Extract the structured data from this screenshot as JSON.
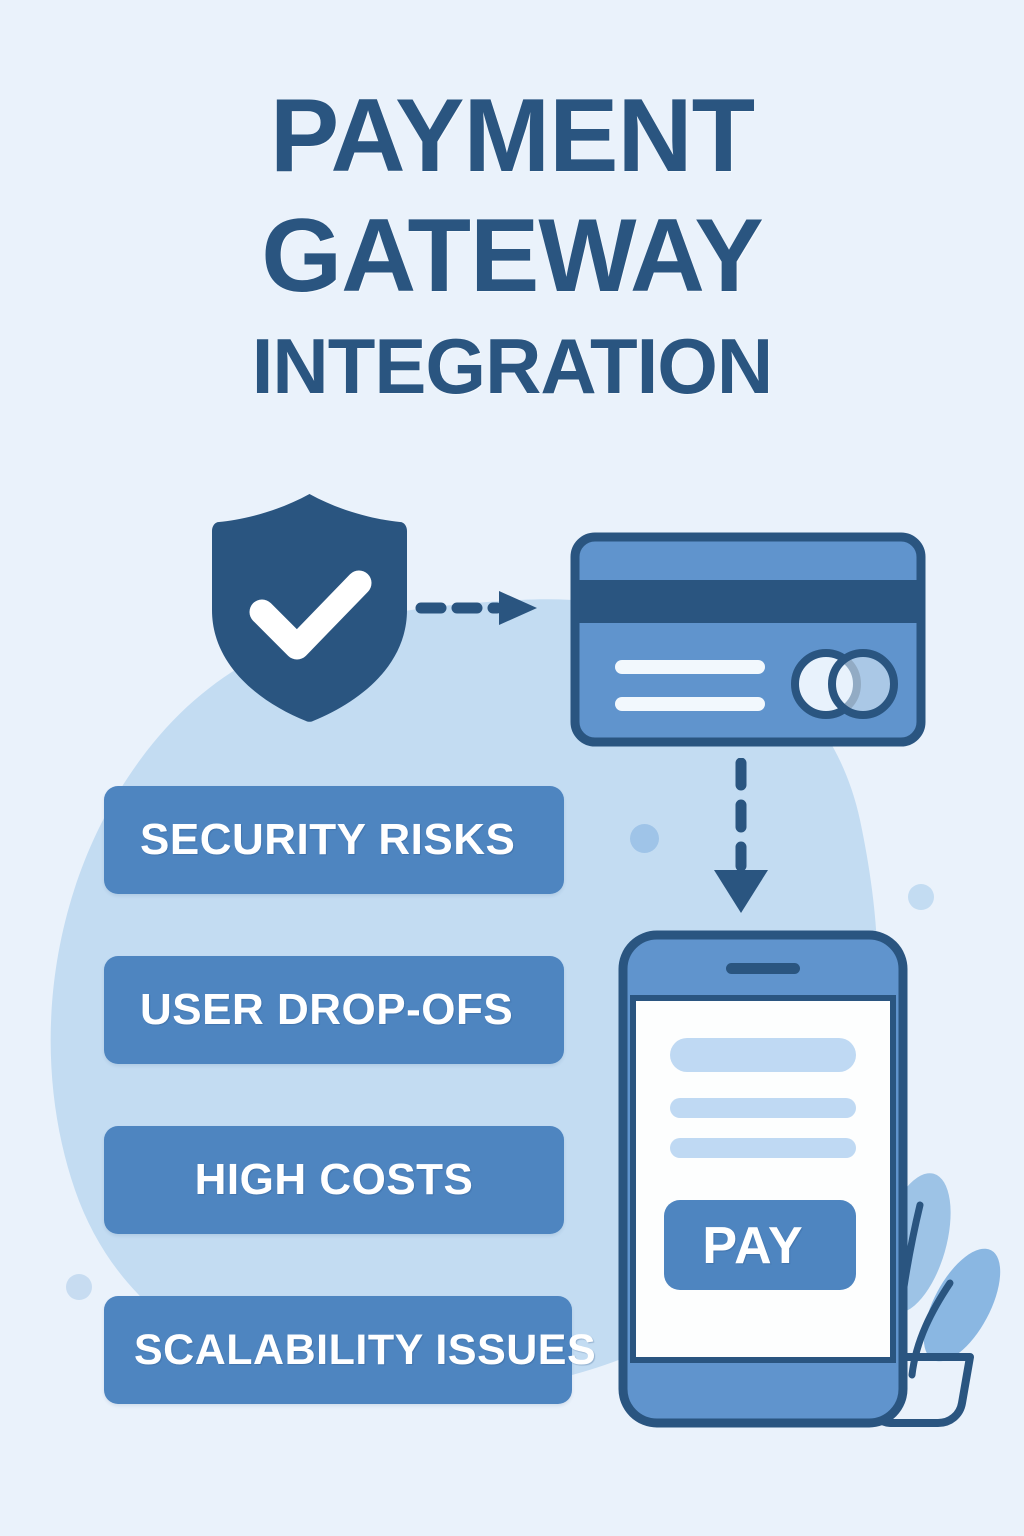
{
  "poster": {
    "title_lines": [
      "PAYMENT",
      "GATEWAY",
      "INTEGRATION"
    ],
    "background_color": "#eaf2fb",
    "blob_color": "#c3dcf2",
    "title_color": "#2a5580",
    "accent_color": "#4e85c0",
    "dark_accent_color": "#2a5580"
  },
  "icons": {
    "shield_check": "shield-check-icon",
    "credit_card": "credit-card-icon",
    "arrow_right_dashed": "arrow-right-dashed-icon",
    "arrow_down_dashed": "arrow-down-dashed-icon",
    "phone": "smartphone-icon",
    "plant": "plant-leaves-icon"
  },
  "issues": {
    "items": [
      {
        "label": "SECURITY RISKS"
      },
      {
        "label": "USER DROP-OFS"
      },
      {
        "label": "HIGH COSTS"
      },
      {
        "label": "SCALABILITY ISSUES"
      }
    ]
  },
  "phone": {
    "pay_button_label": "PAY",
    "placeholder_lines": 3
  }
}
